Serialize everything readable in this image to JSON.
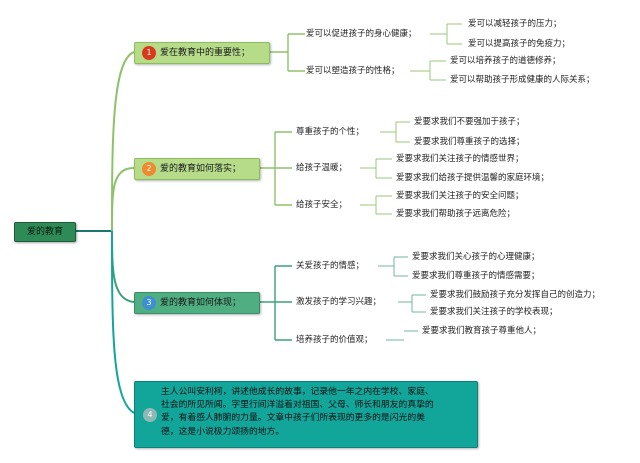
{
  "root": {
    "label": "爱的教育"
  },
  "colors": {
    "root": "#2e8b57",
    "branch_light": "#b6dc8a",
    "branch_mid": "#4fae82",
    "branch_teal": "#12a59a",
    "connector": "#8ec26a"
  },
  "branches": [
    {
      "number": "1",
      "label": "爱在教育中的重要性；",
      "marker_color": "#d93a1e",
      "children": [
        {
          "label": "爱可以促进孩子的身心健康；",
          "children": [
            "爱可以减轻孩子的压力；",
            "爱可以提高孩子的免疫力；"
          ]
        },
        {
          "label": "爱可以塑造孩子的性格；",
          "children": [
            "爱可以培养孩子的道德修养；",
            "爱可以帮助孩子形成健康的人际关系；"
          ]
        }
      ]
    },
    {
      "number": "2",
      "label": "爱的教育如何落实；",
      "marker_color": "#ef8a2e",
      "children": [
        {
          "label": "尊重孩子的个性；",
          "children": [
            "爱要求我们不要强加于孩子；",
            "爱要求我们尊重孩子的选择；"
          ]
        },
        {
          "label": "给孩子温暖；",
          "children": [
            "爱要求我们关注孩子的情感世界；",
            "爱要求我们给孩子提供温馨的家庭环境；"
          ]
        },
        {
          "label": "给孩子安全；",
          "children": [
            "爱要求我们关注孩子的安全问题；",
            "爱要求我们帮助孩子远离危险；"
          ]
        }
      ]
    },
    {
      "number": "3",
      "label": "爱的教育如何体现；",
      "marker_color": "#3f8fcf",
      "children": [
        {
          "label": "关爱孩子的情感；",
          "children": [
            "爱要求我们关心孩子的心理健康；",
            "爱要求我们尊重孩子的情感需要；"
          ]
        },
        {
          "label": "激发孩子的学习兴趣；",
          "children": [
            "爱要求我们鼓励孩子充分发挥自己的创造力；",
            "爱要求我们关注孩子的学校表现；"
          ]
        },
        {
          "label": "培养孩子的价值观；",
          "children": [
            "爱要求我们教育孩子尊重他人；"
          ]
        }
      ]
    },
    {
      "number": "4",
      "marker_color": "#8fb8b4",
      "lines": [
        "主人公叫安利柯，讲述他成长的故事，记录他一年之内在学校、家庭、",
        "社会的所见所闻。字里行间洋溢着对祖国、父母、师长和朋友的真挚的",
        "爱，有着感人肺腑的力量。文章中孩子们所表现的更多的是闪光的美",
        "德，这是小说极力颂扬的地方。"
      ]
    }
  ]
}
